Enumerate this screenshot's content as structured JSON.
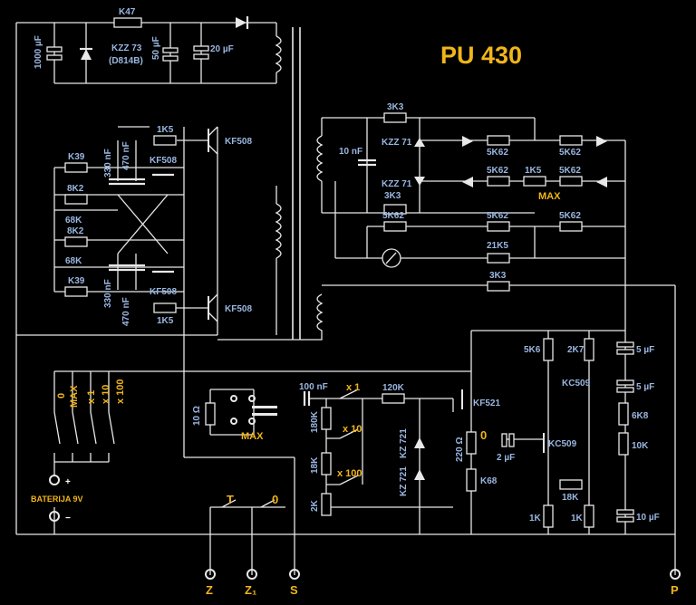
{
  "title": "PU 430",
  "power": {
    "cap_main": "1000 µF",
    "zener": "KZZ 73",
    "zener_alt": "(D814B)",
    "res_top": "K47",
    "cap_50": "50 µF",
    "cap_20": "20 µF",
    "battery_label": "BATERIJA 9V",
    "plus": "+",
    "minus": "−"
  },
  "oscillator": {
    "r_1k5_top": "1K5",
    "r_1k5_bot": "1K5",
    "q_top": "KF508",
    "q_mid_top": "KF508",
    "q_mid_bot": "KF508",
    "q_bot": "KF508",
    "r_k39_top": "K39",
    "r_k39_bot": "K39",
    "r_8k2_a": "8K2",
    "r_68k_a": "68K",
    "r_8k2_b": "8K2",
    "r_68k_b": "68K",
    "c_330_top": "330 nF",
    "c_470_top": "470 nF",
    "c_330_bot": "330 nF",
    "c_470_bot": "470 nF"
  },
  "meter": {
    "r_3k3_a": "3K3",
    "c_10n": "10 nF",
    "kzz_a": "KZZ 71",
    "kzz_b": "KZZ 71",
    "r_3k3_b": "3K3",
    "r_5k62_1": "5K62",
    "r_5k62_2": "5K62",
    "r_5k62_3": "5K62",
    "r_5k62_4": "5K62",
    "r_1k5": "1K5",
    "max": "MAX",
    "r_5k62_5": "5K62",
    "r_5k62_6": "5K62",
    "r_5k62_7": "5K62",
    "r_21k5": "21K5",
    "r_3k3_c": "3K3"
  },
  "switches": {
    "sw_0": "0",
    "sw_max": "MAX",
    "sw_x1": "x 1",
    "sw_x10": "x 10",
    "sw_x100": "x 100"
  },
  "input": {
    "r_10ohm": "10 Ω",
    "max": "MAX",
    "c_100n": "100 nF",
    "x1": "x 1",
    "x10": "x 10",
    "x100": "x 100",
    "r_180k": "180K",
    "r_18k": "18K",
    "r_2k": "2K",
    "r_120k": "120K",
    "kz_a": "KZ 721",
    "kz_b": "KZ 721",
    "t_label": "T",
    "zero_label": "0"
  },
  "amplifier": {
    "q_kf521": "KF521",
    "r_5k6": "5K6",
    "r_2k7": "2K7",
    "c_5u_a": "5 µF",
    "q_kc509_a": "KC509",
    "c_5u_b": "5 µF",
    "r_6k8": "6K8",
    "r_10k": "10K",
    "r_220": "220 Ω",
    "zero": "0",
    "c_2u": "2 µF",
    "q_kc509_b": "KC509",
    "r_k68": "K68",
    "r_18k": "18K",
    "r_1k_a": "1K",
    "r_1k_b": "1K",
    "c_10u": "10 µF"
  },
  "terminals": {
    "z": "Z",
    "z1": "Z₁",
    "s": "S",
    "p": "P"
  },
  "colors": {
    "background": "#000000",
    "wire": "#e8e8e8",
    "component_label": "#9ab6e0",
    "accent": "#f0b51a"
  }
}
